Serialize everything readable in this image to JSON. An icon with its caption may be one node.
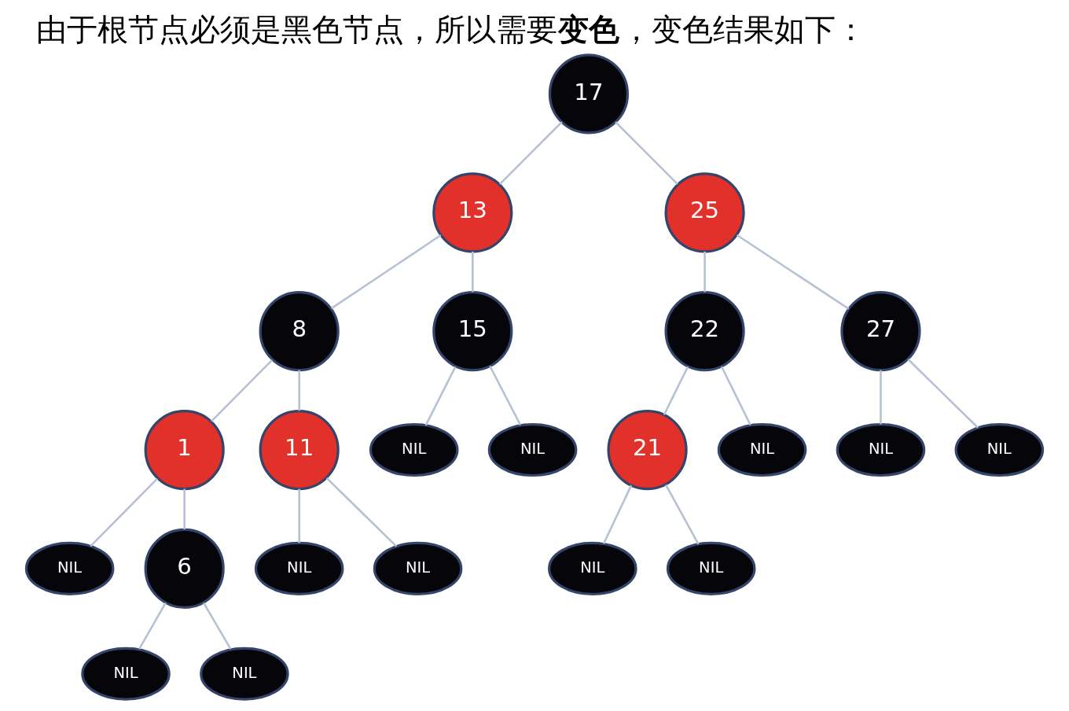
{
  "diagram": {
    "title": "由于根节点必须是黑色节点，所以需要**变色**，变色结果如下：",
    "nodes": [
      {
        "text": [
          "17"
        ]
      },
      {
        "text": [
          "13"
        ]
      },
      {
        "text": [
          "25"
        ]
      },
      {
        "text": [
          "8"
        ]
      },
      {
        "text": [
          "15"
        ]
      },
      {
        "text": [
          "22"
        ]
      },
      {
        "text": [
          "27"
        ]
      },
      {
        "text": [
          "NIL"
        ]
      },
      {
        "text": [
          "NIL"
        ]
      },
      {
        "text": [
          "1"
        ]
      },
      {
        "text": [
          "11"
        ]
      },
      {
        "text": [
          "21"
        ]
      },
      {
        "text": [
          "NIL"
        ]
      },
      {
        "text": [
          "NIL"
        ]
      },
      {
        "text": [
          "NIL"
        ]
      },
      {
        "text": [
          "NIL"
        ]
      },
      {
        "text": [
          "6"
        ]
      },
      {
        "text": [
          "NIL"
        ]
      },
      {
        "text": [
          "NIL"
        ]
      },
      {
        "text": [
          "NIL"
        ]
      },
      {
        "text": [
          "NIL"
        ]
      },
      {
        "text": [
          "NIL"
        ]
      },
      {
        "text": [
          "NIL"
        ]
      }
    ],
    "edges": [
      {
        "from": 0,
        "to": 1,
        "arrow": "none"
      },
      {
        "from": 0,
        "to": 2,
        "arrow": "none"
      },
      {
        "from": 1,
        "to": 3,
        "arrow": "none"
      },
      {
        "from": 1,
        "to": 4,
        "arrow": "none"
      },
      {
        "from": 2,
        "to": 5,
        "arrow": "none"
      },
      {
        "from": 2,
        "to": 6,
        "arrow": "none"
      },
      {
        "from": 3,
        "to": 9,
        "arrow": "none"
      },
      {
        "from": 3,
        "to": 10,
        "arrow": "none"
      },
      {
        "from": 4,
        "to": 7,
        "arrow": "none"
      },
      {
        "from": 4,
        "to": 8,
        "arrow": "none"
      },
      {
        "from": 5,
        "to": 11,
        "arrow": "none"
      },
      {
        "from": 5,
        "to": 12,
        "arrow": "none"
      },
      {
        "from": 6,
        "to": 13,
        "arrow": "none"
      },
      {
        "from": 6,
        "to": 14,
        "arrow": "none"
      },
      {
        "from": 9,
        "to": 15,
        "arrow": "none"
      },
      {
        "from": 9,
        "to": 16,
        "arrow": "none"
      },
      {
        "from": 10,
        "to": 17,
        "arrow": "none"
      },
      {
        "from": 10,
        "to": 18,
        "arrow": "none"
      },
      {
        "from": 11,
        "to": 19,
        "arrow": "none"
      },
      {
        "from": 11,
        "to": 20,
        "arrow": "none"
      },
      {
        "from": 16,
        "to": 21,
        "arrow": "none"
      },
      {
        "from": 16,
        "to": 22,
        "arrow": "none"
      }
    ]
  }
}
